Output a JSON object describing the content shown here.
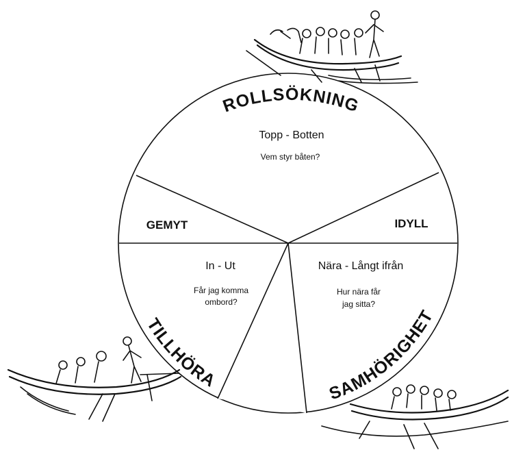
{
  "segments": {
    "top": {
      "title": "ROLLSÖKNING",
      "axis": "Topp - Botten",
      "question": "Vem styr båten?"
    },
    "left": {
      "label": "GEMYT",
      "title": "TILLHÖRA",
      "axis": "In - Ut",
      "question_line1": "Får jag komma",
      "question_line2": "ombord?"
    },
    "right": {
      "label": "IDYLL",
      "title": "SAMHÖRIGHET",
      "axis": "Nära - Långt ifrån",
      "question_line1": "Hur nära får",
      "question_line2": "jag sitta?"
    }
  },
  "illustrations": [
    "rowing-boat-top",
    "rowing-boat-bottom-left",
    "rowing-boat-bottom-right"
  ]
}
